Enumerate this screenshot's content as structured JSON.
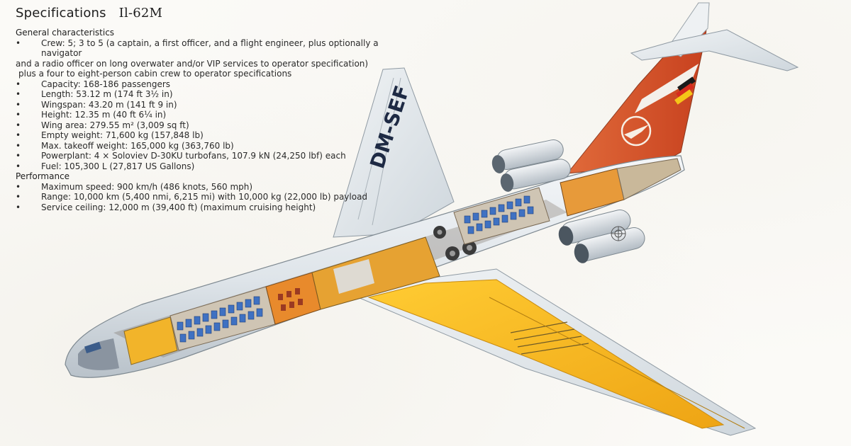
{
  "page": {
    "title": "Specifications",
    "model": "Il-62M"
  },
  "general": {
    "heading": "General characteristics",
    "crew_line1": "Crew: 5; 3 to 5 (a captain, a first officer, and a flight engineer, plus optionally a navigator",
    "crew_line2": "and a radio officer on long overwater and/or VIP services to operator specification)",
    "crew_line3": "plus a four to eight-person cabin crew to operator specifications",
    "items": [
      "Capacity: 168-186 passengers",
      "Length: 53.12 m (174 ft 3½ in)",
      "Wingspan: 43.20 m (141 ft 9 in)",
      "Height: 12.35 m (40 ft 6¼ in)",
      "Wing area: 279.55 m² (3,009 sq ft)",
      "Empty weight: 71,600 kg (157,848 lb)",
      "Max. takeoff weight: 165,000 kg (363,760 lb)",
      "Powerplant: 4 × Soloviev D-30KU turbofans, 107.9 kN (24,250 lbf) each",
      "Fuel: 105,300 L (27,817 US Gallons)"
    ]
  },
  "performance": {
    "heading": "Performance",
    "items": [
      "Maximum speed: 900 km/h (486 knots, 560 mph)",
      "Range: 10,000 km (5,400 nmi, 6,215 mi) with 10,000 kg (22,000 lb) payload",
      "Service ceiling: 12,000 m (39,400 ft) (maximum cruising height)"
    ]
  },
  "bullet": "•",
  "aircraft": {
    "registration": "DM-SEF",
    "colors": {
      "livery_red": "#d9542b",
      "fuel_yellow": "#f3b21f",
      "fuselage": "#e6ebee",
      "seat_blue": "#3f71c2"
    }
  }
}
